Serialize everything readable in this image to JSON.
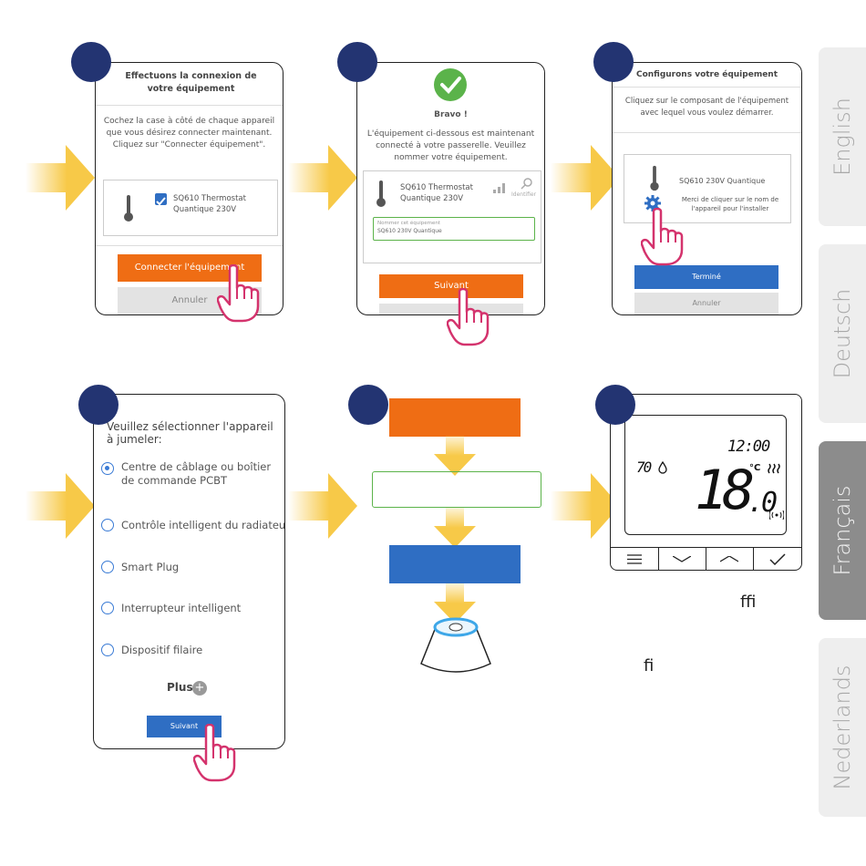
{
  "colors": {
    "orange": "#ef6d14",
    "blue": "#2f6ec3",
    "navy": "#233472",
    "green": "#5bb34a",
    "arrow": "#f7c948",
    "magenta": "#d4336d"
  },
  "step1": {
    "title": "Effectuons la connexion de votre équipement",
    "instruction": "Cochez la case à côté de chaque appareil que vous désirez connecter maintenant. Cliquez sur \"Connecter équipement\".",
    "device": "SQ610 Thermostat Quantique 230V",
    "connect_label": "Connecter l'équipement",
    "cancel_label": "Annuler"
  },
  "step2": {
    "success": "Bravo !",
    "message": "L'équipement ci-dessous est maintenant connecté à votre passerelle. Veuillez nommer votre équipement.",
    "device": "SQ610 Thermostat Quantique 230V",
    "identify_label": "Identifier",
    "name_field_label": "Nommer cet équipement",
    "name_field_value": "SQ610 230V Quantique",
    "next_label": "Suivant"
  },
  "step3": {
    "title": "Configurons votre équipement",
    "instruction": "Cliquez sur le composant de l'équipement avec lequel vous voulez démarrer.",
    "device": "SQ610 230V Quantique",
    "hint": "Merci de cliquer sur le nom de l'appareil pour l'installer",
    "done_label": "Terminé",
    "cancel_label": "Annuler"
  },
  "step4": {
    "title": "Veuillez sélectionner l'appareil à jumeler:",
    "options": [
      "Centre de câblage ou boîtier de commande PCBT",
      "Contrôle intelligent du radiateur",
      "Smart Plug",
      "Interrupteur intelligent",
      "Dispositif filaire"
    ],
    "selected_index": 0,
    "more_label": "Plus",
    "next_label": "Suivant"
  },
  "thermostat": {
    "time": "12:00",
    "humidity": "70",
    "temp_main": "18",
    "temp_decimal": ".0",
    "unit": "°C"
  },
  "glyphs": {
    "g1": "ﬃ",
    "g2": "ﬁ"
  },
  "languages": [
    "English",
    "Deutsch",
    "Français",
    "Nederlands"
  ],
  "active_language": "Français"
}
